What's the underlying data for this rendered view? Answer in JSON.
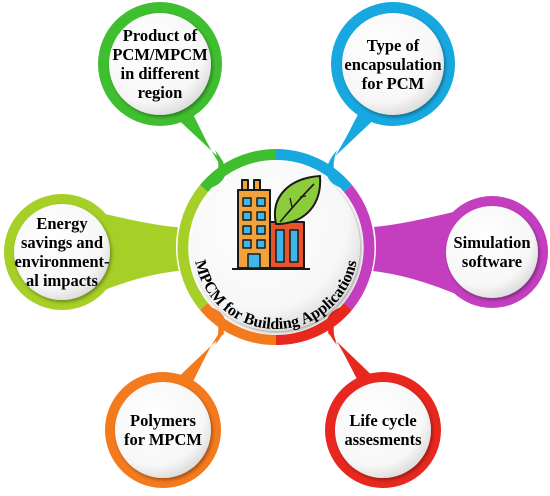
{
  "center": {
    "title": "MPCM for Building Applications",
    "icon": "green-building-icon"
  },
  "colors": {
    "green": "#3fbf2f",
    "blue": "#18a8e0",
    "magenta": "#c43fc0",
    "red": "#e8281e",
    "orange": "#f47a1e",
    "lime": "#a6cf28"
  },
  "nodes": [
    {
      "id": "product",
      "color": "green",
      "lines": [
        "Product of",
        "PCM/MPCM",
        "in different",
        "region"
      ]
    },
    {
      "id": "encapsulation",
      "color": "blue",
      "lines": [
        "Type of",
        "encapsulation",
        "for PCM"
      ]
    },
    {
      "id": "simulation",
      "color": "magenta",
      "lines": [
        "Simulation",
        "software"
      ]
    },
    {
      "id": "lifecycle",
      "color": "red",
      "lines": [
        "Life cycle",
        "assesments"
      ]
    },
    {
      "id": "polymers",
      "color": "orange",
      "lines": [
        "Polymers",
        "for MPCM"
      ]
    },
    {
      "id": "energy",
      "color": "lime",
      "lines": [
        "Energy",
        "savings and",
        "environment-",
        "al impacts"
      ]
    }
  ]
}
